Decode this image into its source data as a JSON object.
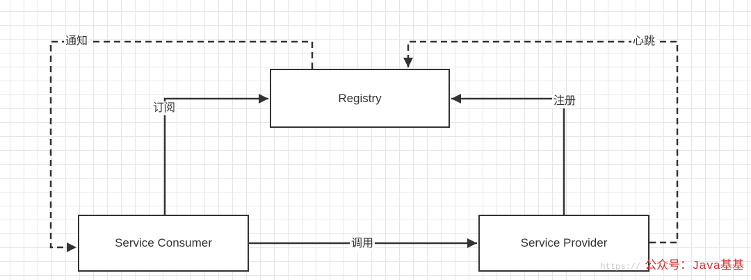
{
  "nodes": {
    "registry": "Registry",
    "consumer": "Service Consumer",
    "provider": "Service Provider"
  },
  "edges": {
    "notify": "通知",
    "subscribe": "订阅",
    "heartbeat": "心跳",
    "register": "注册",
    "invoke": "调用"
  },
  "watermark": {
    "faint": "https://",
    "text": "公众号：Java基基"
  },
  "colors": {
    "line": "#333333",
    "grid": "#e6e6e6",
    "watermark": "#d32f2f"
  }
}
